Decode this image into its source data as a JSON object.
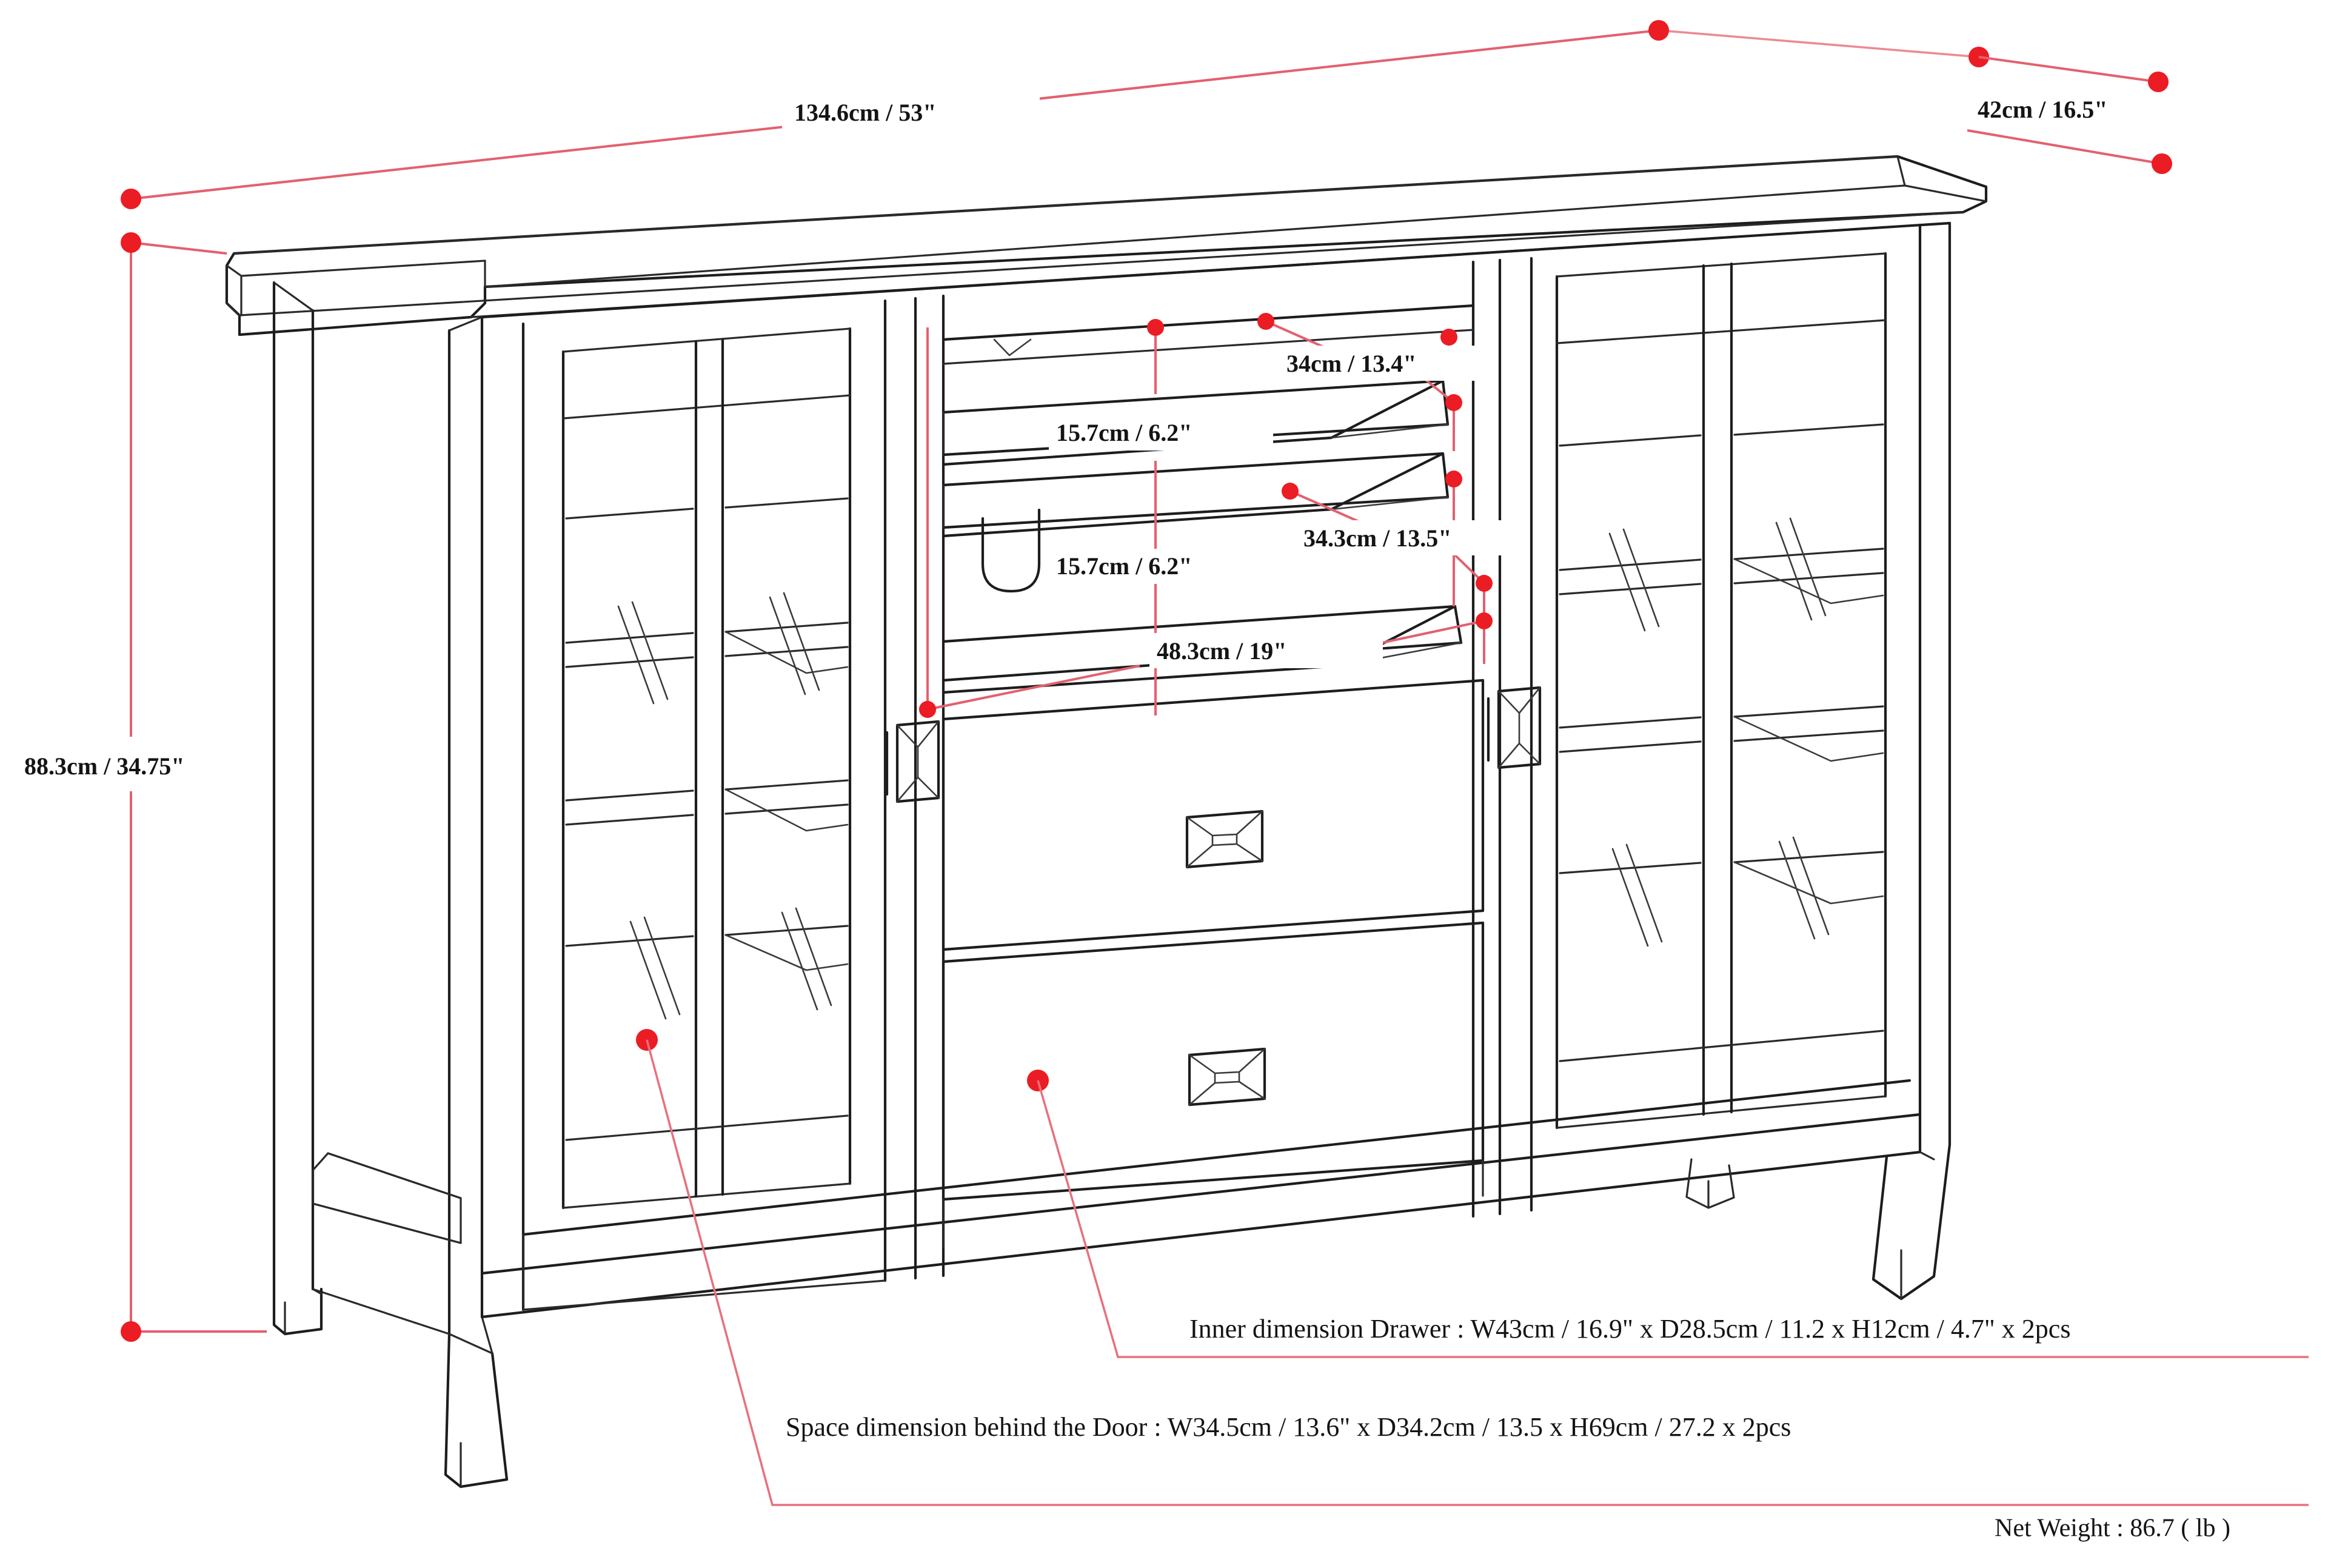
{
  "document": {
    "type": "furniture-dimension-drawing",
    "subject": "TV media stand / console cabinet",
    "background_color": "#ffffff",
    "line_color": "#1d1d1d",
    "dimension_color": "#e2616f",
    "marker_color": "#ec1c24"
  },
  "dimensions": {
    "overall_width": {
      "label": "134.6cm / 53\"",
      "cm": 134.6,
      "inch": 53,
      "axis": "width"
    },
    "overall_depth": {
      "label": "42cm / 16.5\"",
      "cm": 42,
      "inch": 16.5,
      "axis": "depth"
    },
    "overall_height": {
      "label": "88.3cm / 34.75\"",
      "cm": 88.3,
      "inch": 34.75,
      "axis": "height"
    },
    "upper_shelf_height": {
      "label": "15.7cm / 6.2\"",
      "cm": 15.7,
      "inch": 6.2,
      "axis": "height"
    },
    "lower_shelf_height": {
      "label": "15.7cm / 6.2\"",
      "cm": 15.7,
      "inch": 6.2,
      "axis": "height"
    },
    "upper_shelf_depth": {
      "label": "34cm / 13.4\"",
      "cm": 34,
      "inch": 13.4,
      "axis": "depth"
    },
    "lower_shelf_depth": {
      "label": "34.3cm / 13.5\"",
      "cm": 34.3,
      "inch": 13.5,
      "axis": "depth"
    },
    "center_opening_width": {
      "label": "48.3cm / 19\"",
      "cm": 48.3,
      "inch": 19,
      "axis": "width"
    }
  },
  "callouts": [
    {
      "id": "drawer-inner-dimension",
      "text": "Inner dimension Drawer : W43cm / 16.9\" x D28.5cm / 11.2 x H12cm / 4.7\" x 2pcs",
      "width_cm": 43,
      "width_inch": 16.9,
      "depth_cm": 28.5,
      "depth_inch": 11.2,
      "height_cm": 12,
      "height_inch": 4.7,
      "quantity": "2pcs"
    },
    {
      "id": "door-space-dimension",
      "text": "Space dimension behind the Door  : W34.5cm / 13.6\" x D34.2cm / 13.5 x H69cm / 27.2 x 2pcs",
      "width_cm": 34.5,
      "width_inch": 13.6,
      "depth_cm": 34.2,
      "depth_inch": 13.5,
      "height_cm": 69,
      "height_inch": 27.2,
      "quantity": "2pcs"
    }
  ],
  "net_weight": {
    "text": "Net Weight : 86.7 ( lb )",
    "value": 86.7,
    "unit": "lb"
  },
  "parts": {
    "left_door": "left-glass-door",
    "right_door": "right-glass-door",
    "upper_drawer": "upper-drawer",
    "lower_drawer": "lower-drawer",
    "upper_shelf": "upper-open-shelf",
    "lower_shelf": "lower-open-shelf",
    "cable_cutout": "cable-management-cutout",
    "legs": "tapered-legs"
  }
}
